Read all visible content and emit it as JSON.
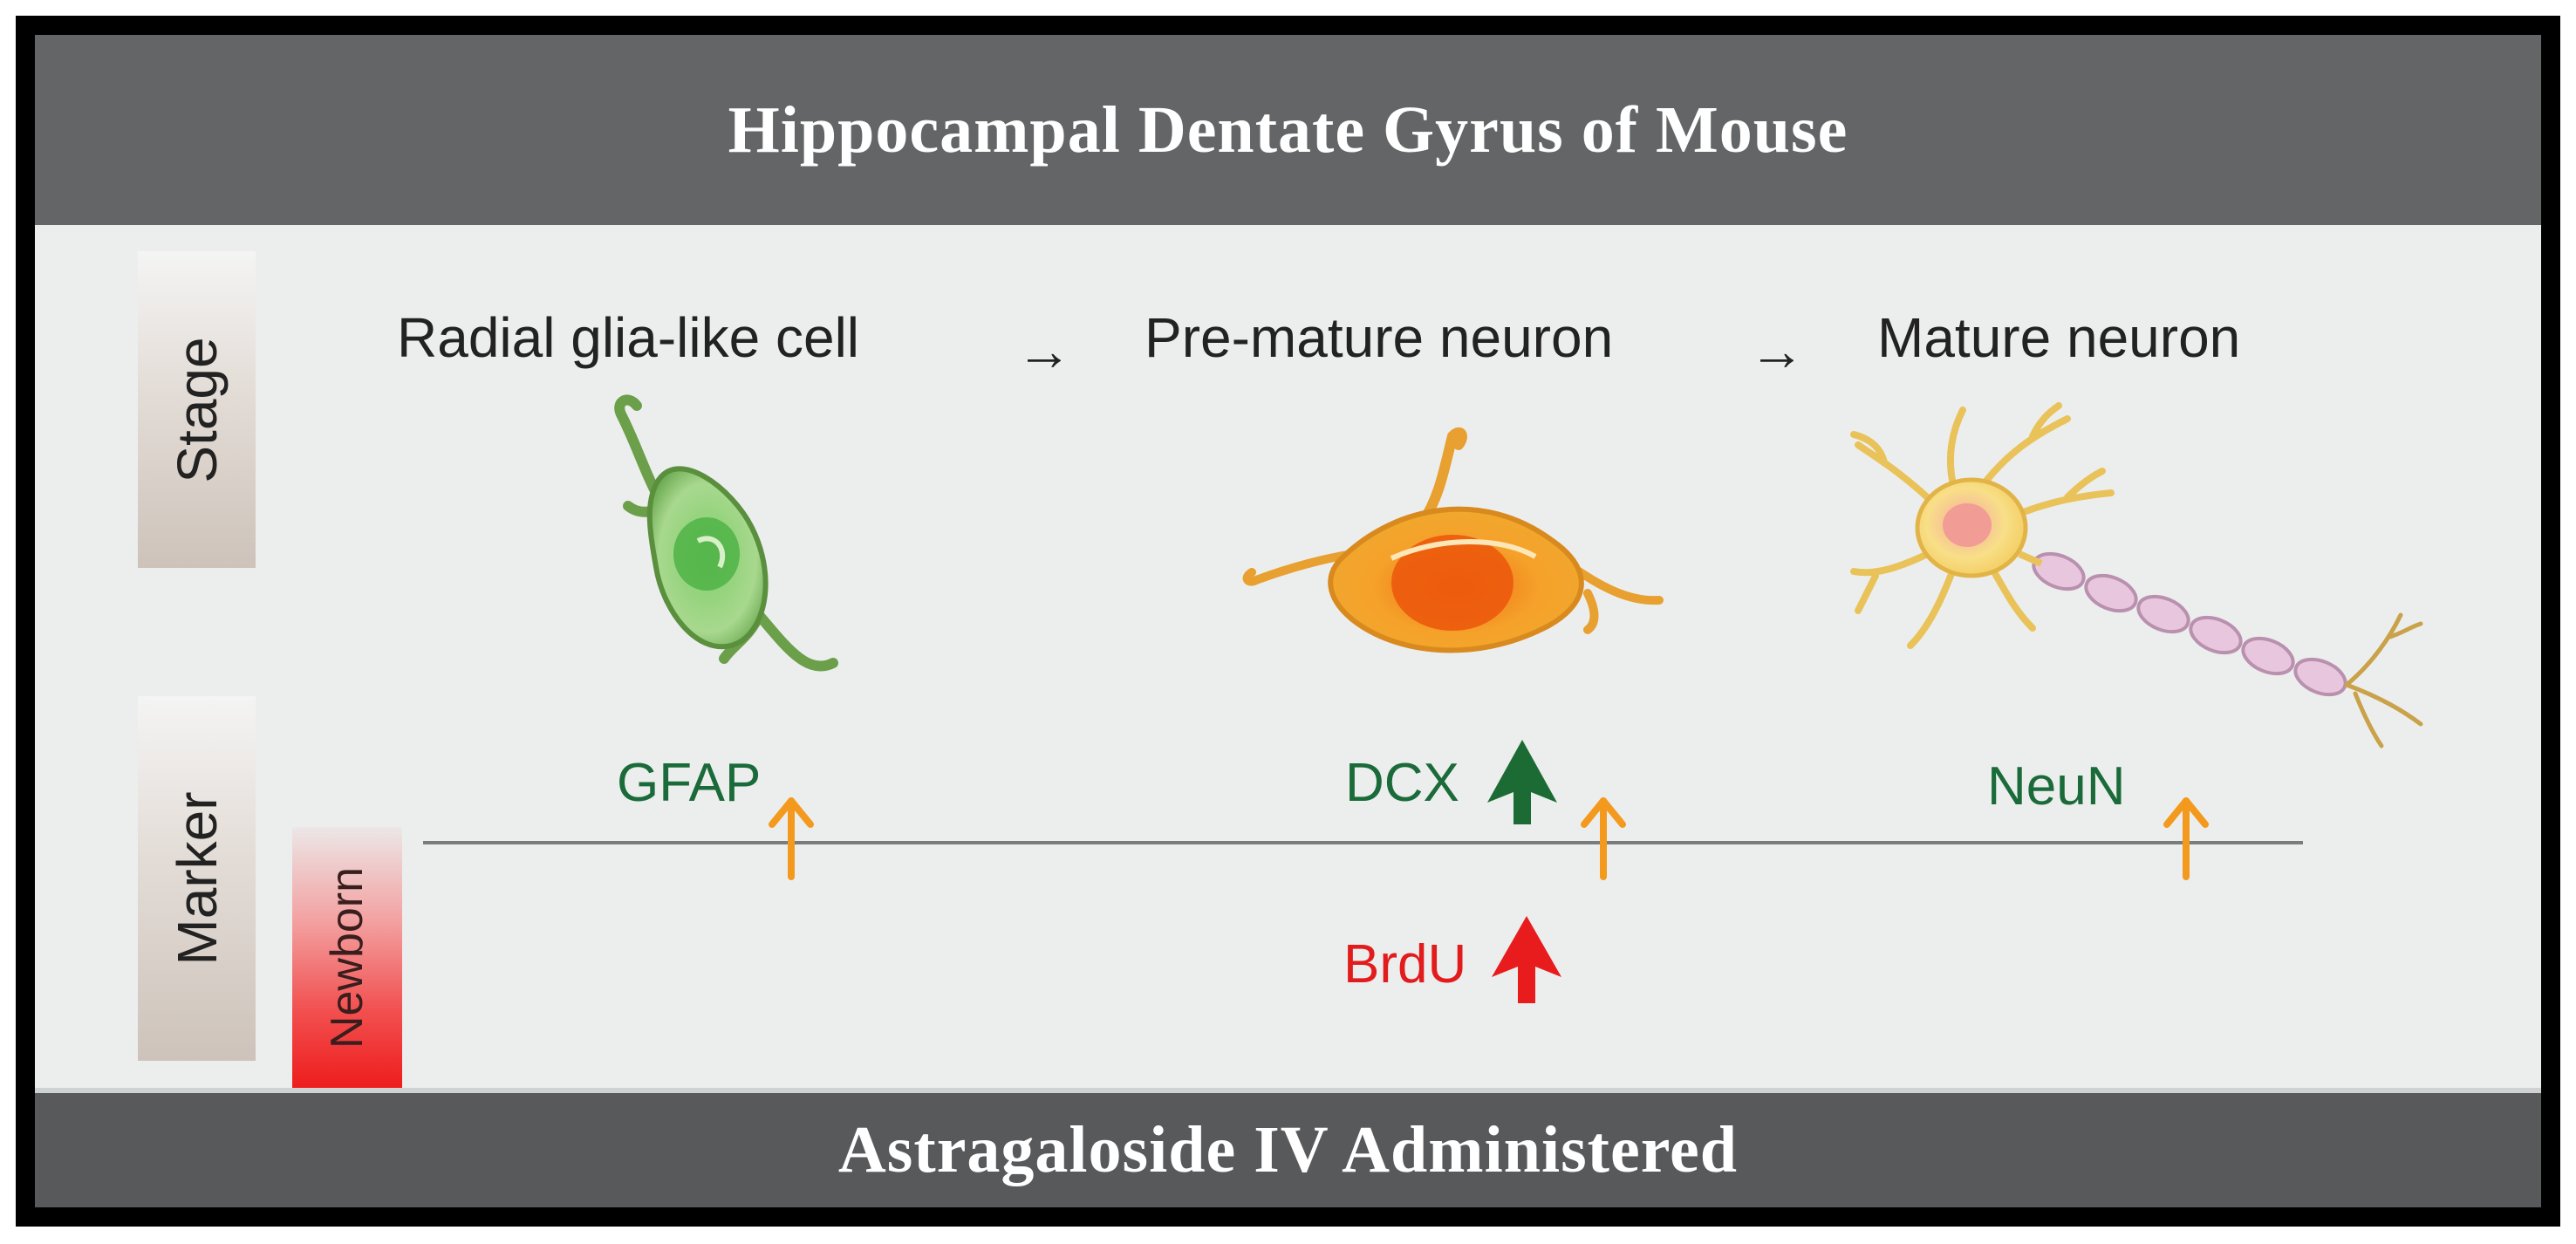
{
  "title": "Hippocampal Dentate Gyrus of Mouse",
  "footer": "Astragaloside IV Administered",
  "side_tabs": {
    "stage": "Stage",
    "marker": "Marker",
    "newborn": "Newborn"
  },
  "stages": [
    {
      "label": "Radial glia-like cell",
      "cell_icon": "radial-glia-cell-icon"
    },
    {
      "label": "Pre-mature neuron",
      "cell_icon": "premature-neuron-icon"
    },
    {
      "label": "Mature neuron",
      "cell_icon": "mature-neuron-icon"
    }
  ],
  "flow_arrow": "→",
  "markers": [
    {
      "label": "GFAP",
      "color": "#1b6b3a"
    },
    {
      "label": "DCX",
      "color": "#1b6b3a",
      "change": "up"
    },
    {
      "label": "NeuN",
      "color": "#1b6b3a"
    }
  ],
  "newborn_marker": {
    "label": "BrdU",
    "color": "#e21c1c",
    "change": "up"
  },
  "colors": {
    "timeline_arrow": "#f39a1e",
    "up_green": "#1d6b34",
    "up_red": "#e81c1c",
    "header": "#646567"
  }
}
